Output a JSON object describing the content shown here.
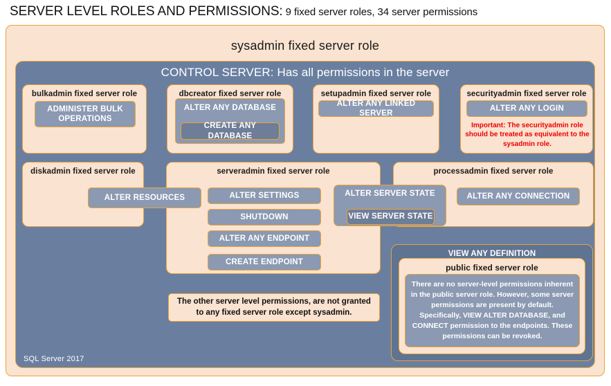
{
  "title": {
    "main": "SERVER LEVEL ROLES AND PERMISSIONS:",
    "sub": " 9 fixed server roles, 34 server permissions"
  },
  "sysadmin": {
    "label": "sysadmin fixed server role"
  },
  "control_server": {
    "label": "CONTROL SERVER: Has all permissions in the server"
  },
  "roles": {
    "bulkadmin": {
      "title": "bulkadmin fixed server role",
      "permission": "ADMINISTER  BULK OPERATIONS"
    },
    "dbcreator": {
      "title": "dbcreator fixed server role",
      "permission_outer": "ALTER ANY DATABASE",
      "permission_inner": "CREATE  ANY DATABASE"
    },
    "setupadmin": {
      "title": "setupadmin fixed server role",
      "permission": "ALTER ANY LINKED SERVER"
    },
    "securityadmin": {
      "title": "securityadmin fixed server role",
      "permission": "ALTER ANY LOGIN",
      "warning": "Important:  The securityadmin role should  be treated as equivalent to the sysadmin role."
    },
    "diskadmin": {
      "title": "diskadmin fixed server role",
      "permission": "ALTER RESOURCES"
    },
    "serveradmin": {
      "title": "serveradmin fixed server role",
      "permissions": [
        "ALTER SETTINGS",
        "SHUTDOWN",
        "ALTER ANY ENDPOINT",
        "CREATE  ENDPOINT"
      ],
      "permission_state_outer": "ALTER SERVER STATE",
      "permission_state_inner": "VIEW SERVER STATE"
    },
    "processadmin": {
      "title": "processadmin fixed server role",
      "permission": "ALTER ANY CONNECTION"
    },
    "public": {
      "banner": "VIEW ANY DEFINITION",
      "title": "public fixed server role",
      "description": "There are no server-level permissions inherent in the public server role. However, some server permissions are present by default. Specifically, VIEW ALTER DATABASE, and CONNECT permission to the endpoints. These permissions can be revoked."
    }
  },
  "note": {
    "text": "The other server level permissions,  are not granted to any fixed server role except sysadmin."
  },
  "footer": {
    "label": "SQL Server 2017"
  },
  "colors": {
    "peach": "#fae3d0",
    "slate": "#6a7fa0",
    "slate_dark": "#5f7393",
    "chip": "#8b99b2",
    "chip_dark": "#6e7d98",
    "border_gold": "#e8a43a",
    "warning_red": "#ee0000",
    "text_dark": "#1a1a1a",
    "text_light": "#ffffff"
  }
}
